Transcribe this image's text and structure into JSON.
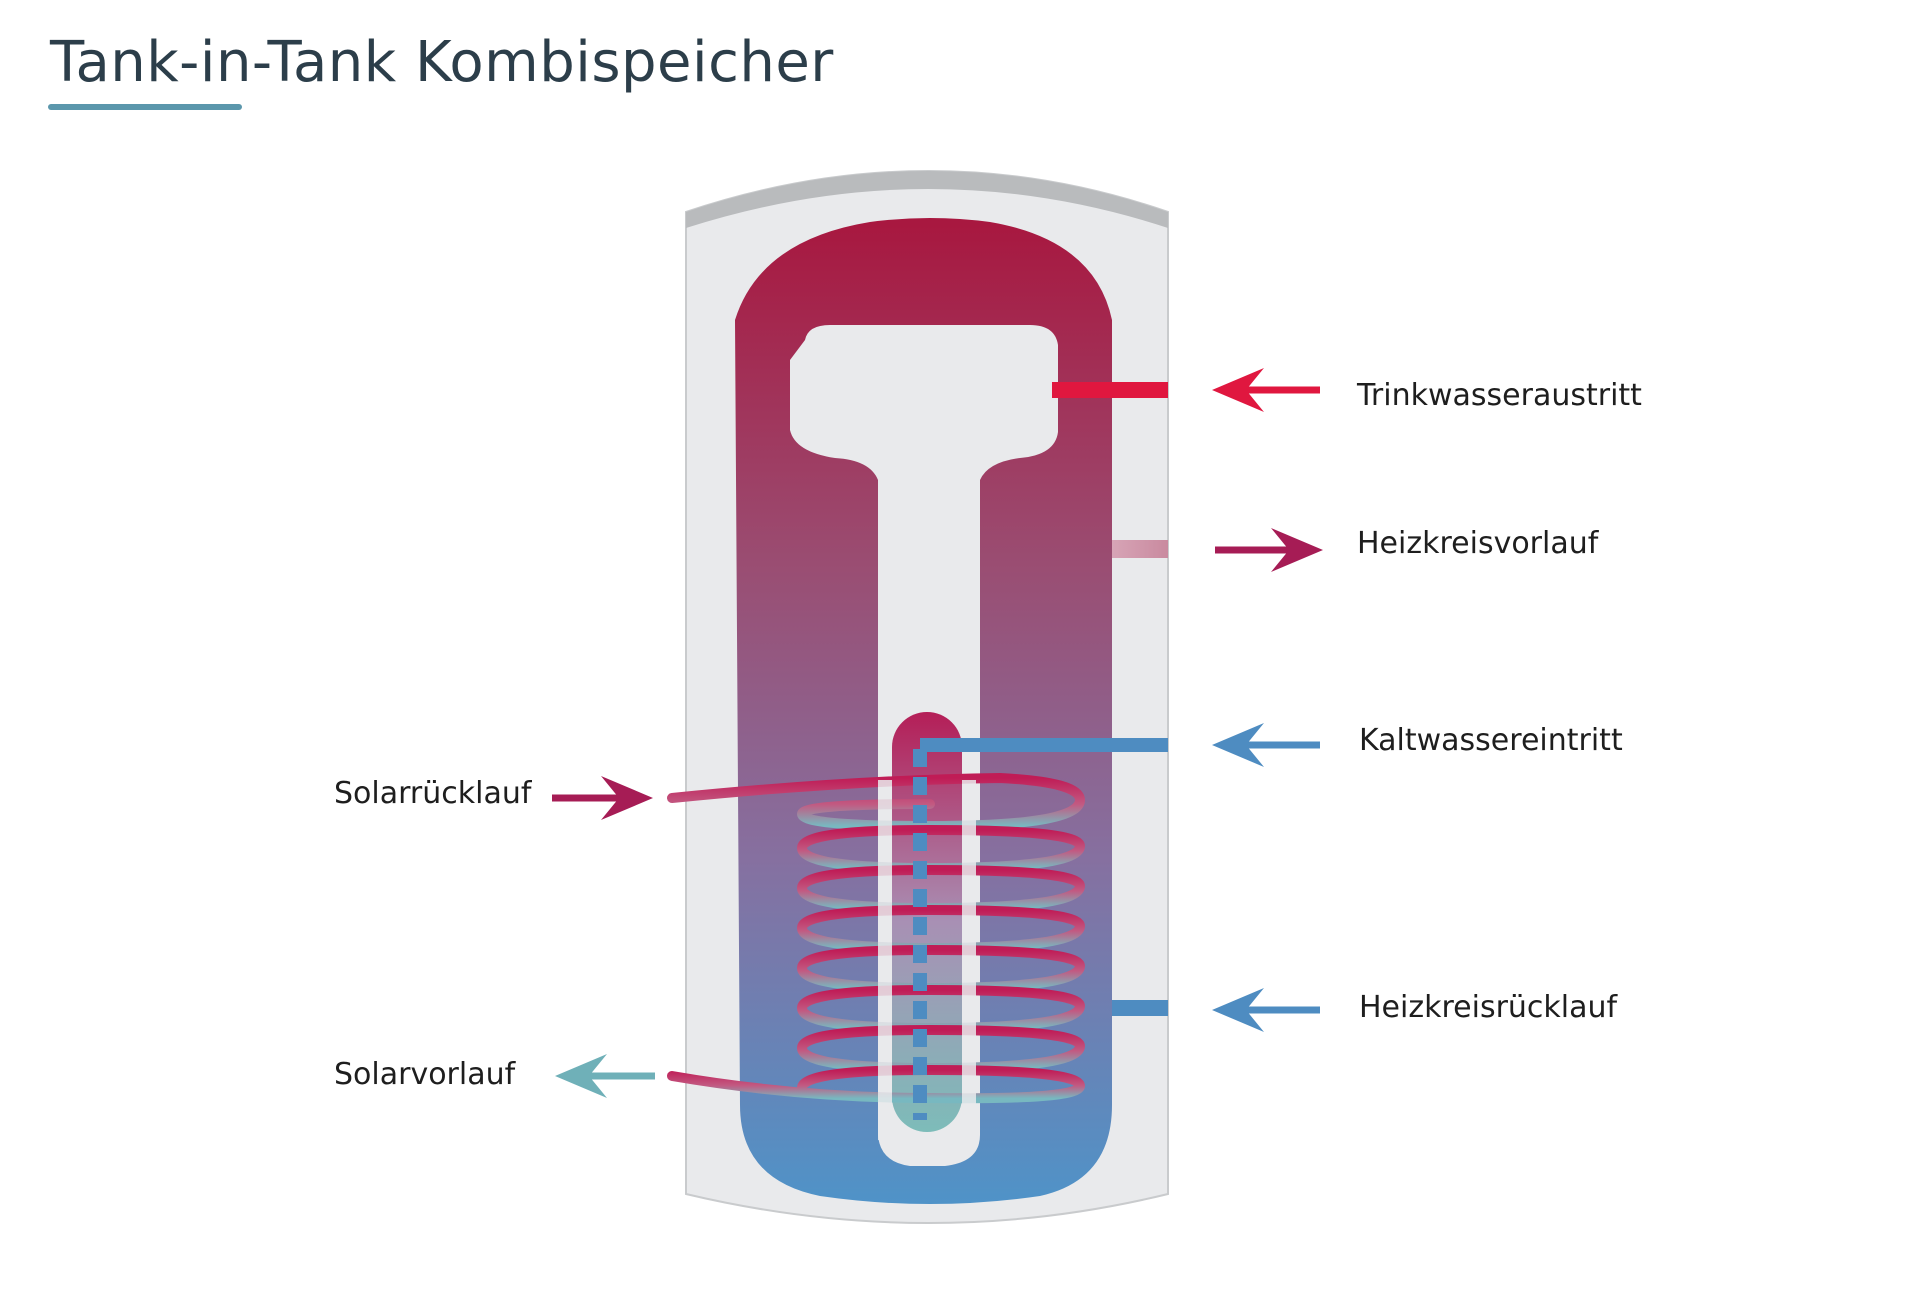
{
  "title": "Tank-in-Tank Kombispeicher",
  "labels": {
    "trinkwasseraustritt": "Trinkwasseraustritt",
    "heizkreisvorlauf": "Heizkreisvorlauf",
    "kaltwassereintritt": "Kaltwassereintritt",
    "heizkreisruecklauf": "Heizkreisrücklauf",
    "solarruecklauf": "Solarrücklauf",
    "solarvorlauf": "Solarvorlauf"
  },
  "colors": {
    "hot_red": "#e0173f",
    "magenta": "#a61c55",
    "cold_blue": "#4e8cc1",
    "solar_teal": "#6fb0b8",
    "tank_gray": "#e8eaec",
    "title_underline": "#5b97ac"
  }
}
